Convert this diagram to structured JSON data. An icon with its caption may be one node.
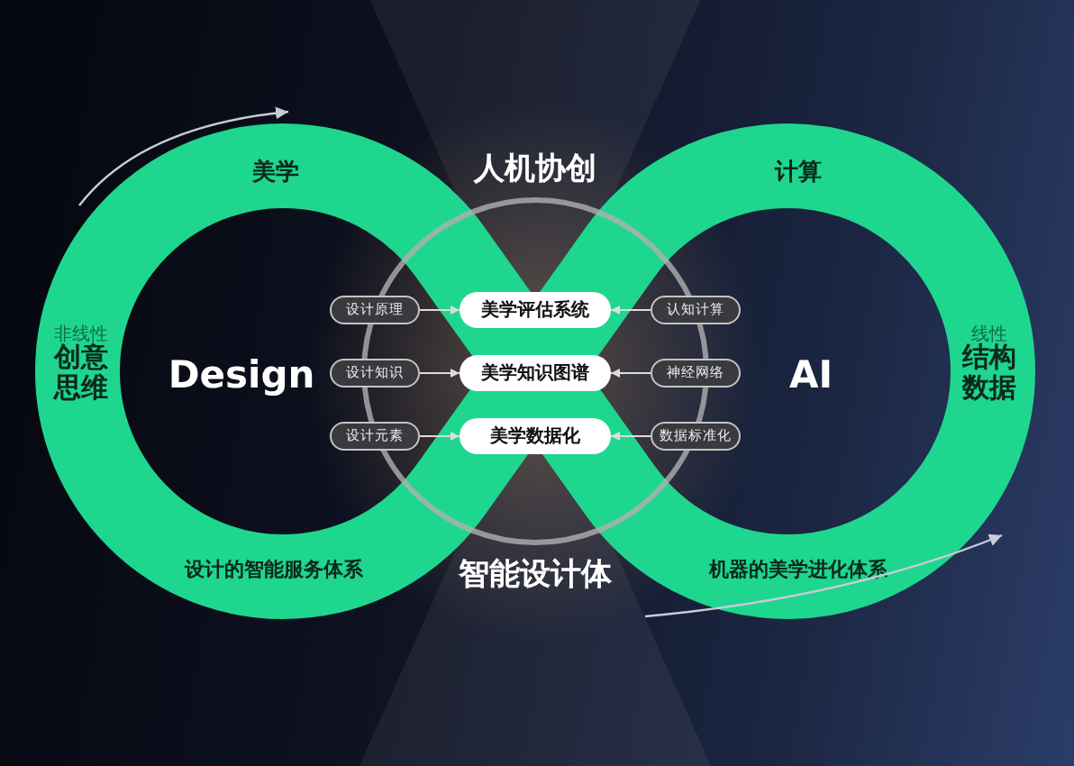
{
  "diagram": {
    "nodes": [
      {
        "text": [
          "美学",
          "非线性",
          "创意思维",
          "Design",
          "设计的智能服务体系"
        ]
      },
      {
        "text": [
          "计算",
          "AI",
          "线性",
          "结构数据",
          "机器的美学进化体系"
        ]
      },
      {
        "text": [
          "设计原理"
        ],
        "in": 0
      },
      {
        "text": [
          "美学评估系统"
        ]
      },
      {
        "text": [
          "认知计算"
        ],
        "in": 1
      },
      {
        "text": [
          "设计知识"
        ],
        "in": 0
      },
      {
        "text": [
          "美学知识图谱"
        ]
      },
      {
        "text": [
          "神经网络"
        ],
        "in": 1
      },
      {
        "text": [
          "设计元素"
        ],
        "in": 0
      },
      {
        "text": [
          "美学数据化"
        ]
      },
      {
        "text": [
          "数据标准化"
        ],
        "in": 1
      }
    ],
    "edges": [
      {
        "from": 2,
        "to": 3,
        "arrow": "to"
      },
      {
        "from": 4,
        "to": 3,
        "arrow": "to"
      },
      {
        "from": 5,
        "to": 6,
        "arrow": "to"
      },
      {
        "from": 7,
        "to": 6,
        "arrow": "to"
      },
      {
        "from": 8,
        "to": 9,
        "arrow": "to"
      },
      {
        "from": 10,
        "to": 9,
        "arrow": "to"
      }
    ],
    "labels": [
      "人机协创",
      "智能设计体"
    ]
  }
}
